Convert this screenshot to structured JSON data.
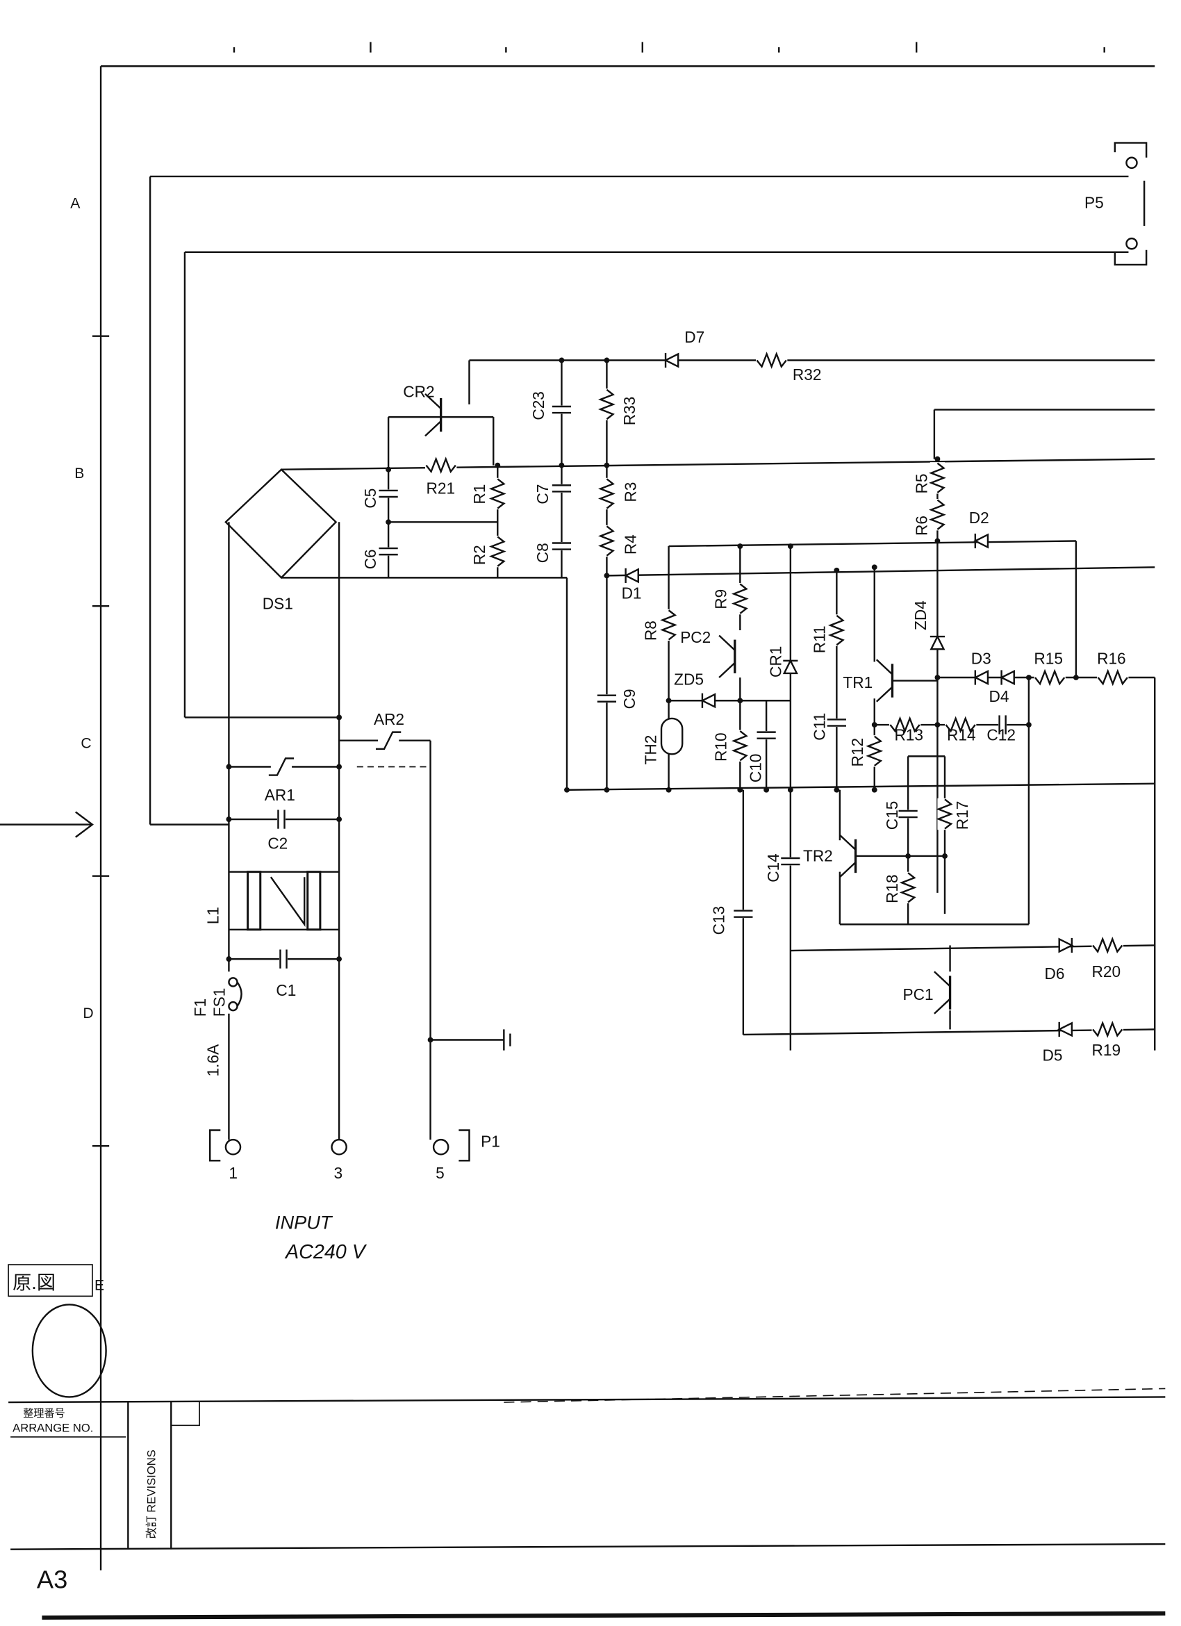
{
  "diagram": {
    "row_markers": [
      "A",
      "B",
      "C",
      "D"
    ],
    "labels": {
      "P5": "P5",
      "D7": "D7",
      "R32": "R32",
      "CR2": "CR2",
      "C23": "C23",
      "R33": "R33",
      "R21": "R21",
      "R1": "R1",
      "R2": "R2",
      "C5": "C5",
      "C6": "C6",
      "C7": "C7",
      "C8": "C8",
      "R3": "R3",
      "R4": "R4",
      "R5": "R5",
      "R6": "R6",
      "D2": "D2",
      "D1": "D1",
      "DS1": "DS1",
      "R8": "R8",
      "R9": "R9",
      "PC2": "PC2",
      "ZD5": "ZD5",
      "CR1": "CR1",
      "R11": "R11",
      "ZD4": "ZD4",
      "D3": "D3",
      "D4": "D4",
      "R15": "R15",
      "R16": "R16",
      "TR1": "TR1",
      "C9": "C9",
      "TH2": "TH2",
      "R10": "R10",
      "C10": "C10",
      "C11": "C11",
      "R12": "R12",
      "R13": "R13",
      "R14": "R14",
      "C12": "C12",
      "C15": "C15",
      "R17": "R17",
      "C14": "C14",
      "TR2": "TR2",
      "R18": "R18",
      "C13": "C13",
      "D6": "D6",
      "R20": "R20",
      "PC1": "PC1",
      "D5": "D5",
      "R19": "R19",
      "AR2": "AR2",
      "AR1": "AR1",
      "C2": "C2",
      "L1": "L1",
      "C1": "C1",
      "F1": "F1",
      "FS1": "FS1",
      "fuse_rating": "1.6A",
      "T1": "1",
      "T3": "3",
      "T5": "5",
      "P1": "P1"
    },
    "input_label": "INPUT",
    "input_voltage": "AC240 V"
  },
  "title_block": {
    "stamp": "原.図",
    "stamp_zone": "E",
    "arrange_no_jp": "整理番号",
    "arrange_no": "ARRANGE NO.",
    "revisions": "改訂 REVISIONS",
    "sheet_size": "A3"
  }
}
